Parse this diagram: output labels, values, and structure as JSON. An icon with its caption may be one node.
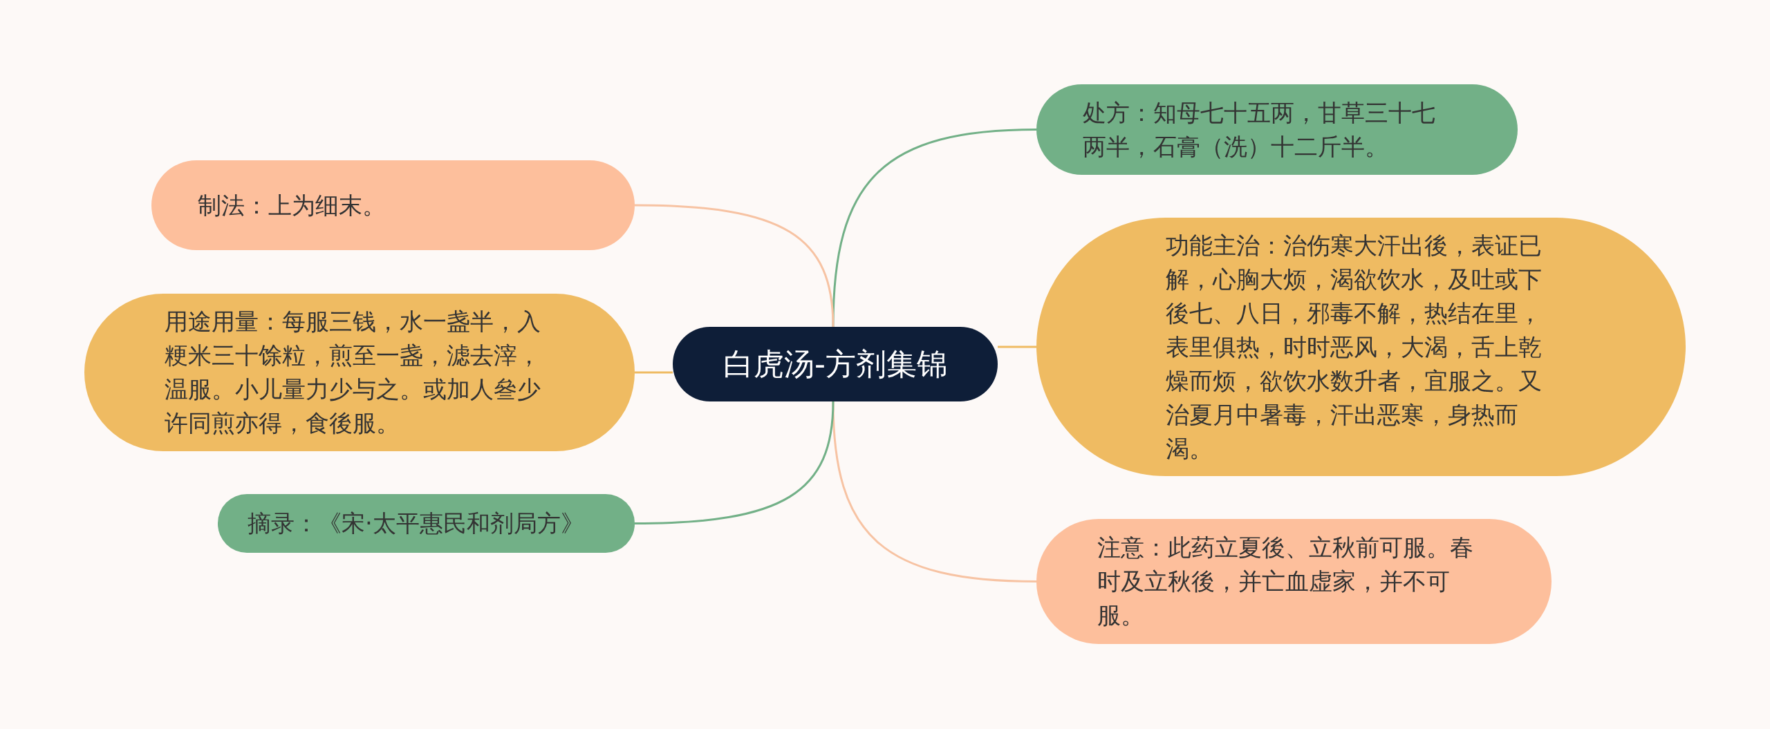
{
  "diagram": {
    "nodes": [
      {
        "text": [
          "白虎汤-方剂集锦"
        ]
      },
      {
        "text": [
          "处方：知母七十五两，甘草三十七两半，石膏（洗）十二斤半。"
        ]
      },
      {
        "text": [
          "功能主治：治伤寒大汗出後，表证已解，心胸大烦，渴欲饮水，及吐或下後七、八日，邪毒不解，热结在里，表里俱热，时时恶风，大渴，舌上乾燥而烦，欲饮水数升者，宜服之。又治夏月中暑毒，汗出恶寒，身热而渴。"
        ]
      },
      {
        "text": [
          "注意：此药立夏後、立秋前可服。春时及立秋後，并亡血虚家，并不可服。"
        ]
      },
      {
        "text": [
          "制法：上为细末。"
        ]
      },
      {
        "text": [
          "用途用量：每服三钱，水一盏半，入粳米三十馀粒，煎至一盏，滤去滓，温服。小儿量力少与之。或加人叄少许同煎亦得，食後服。"
        ]
      },
      {
        "text": [
          "摘录：《宋·太平惠民和剂局方》"
        ]
      }
    ],
    "edges": [
      {
        "from": 0,
        "to": 1,
        "arrow": "none",
        "color": "#72b087"
      },
      {
        "from": 0,
        "to": 2,
        "arrow": "none",
        "color": "#efbb62"
      },
      {
        "from": 0,
        "to": 3,
        "arrow": "none",
        "color": "#f7c3a3"
      },
      {
        "from": 0,
        "to": 4,
        "arrow": "none",
        "color": "#f7c3a3"
      },
      {
        "from": 0,
        "to": 5,
        "arrow": "none",
        "color": "#efbb62"
      },
      {
        "from": 0,
        "to": 6,
        "arrow": "none",
        "color": "#72b087"
      }
    ]
  }
}
